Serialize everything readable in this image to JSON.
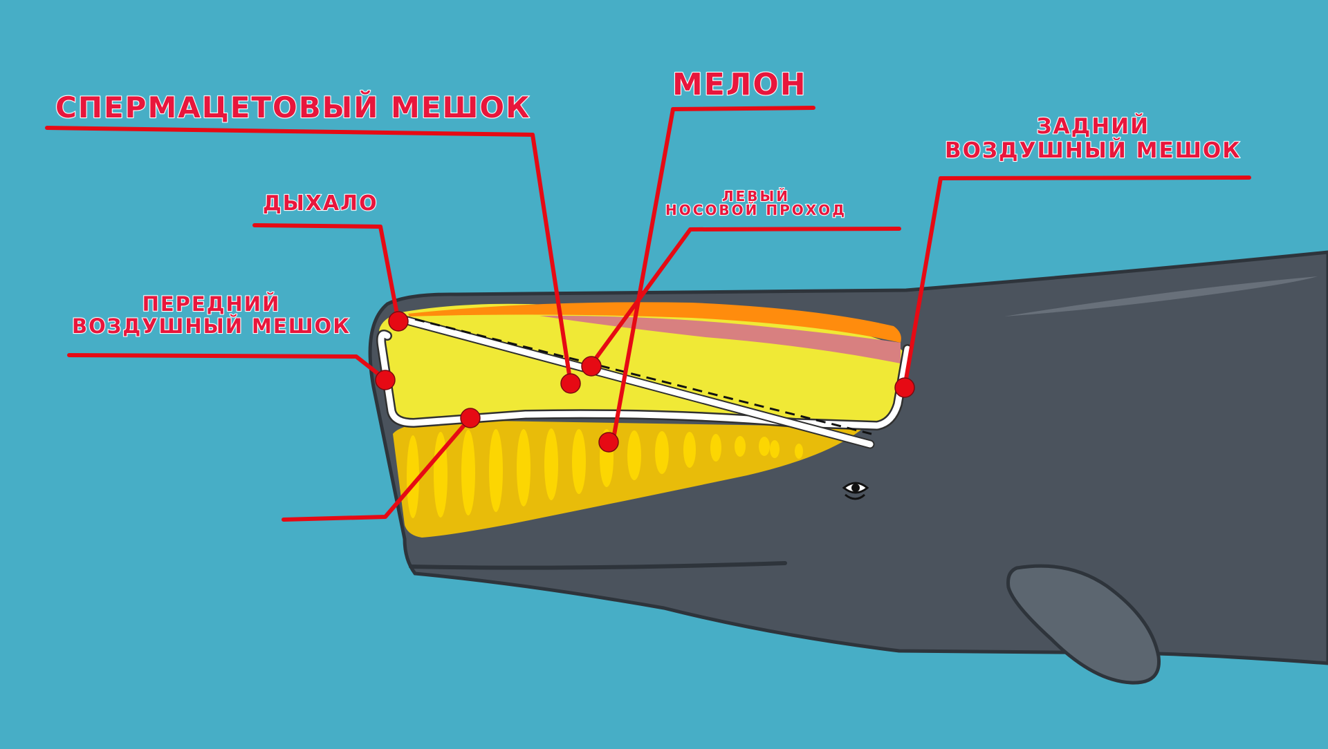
{
  "labels": {
    "spermaceti_sac": "СПЕРМАЦЕТОВЫЙ МЕШОК",
    "melon": "МЕЛОН",
    "blowhole": "ДЫХАЛО",
    "front_air_sac": [
      "ПЕРЕДНИЙ",
      "ВОЗДУШНЫЙ МЕШОК"
    ],
    "rear_air_sac": [
      "ЗАДНИЙ",
      "ВОЗДУШНЫЙ МЕШОК"
    ],
    "left_nasal_passage": [
      "ЛЕВЫЙ",
      "НОСОВОЙ ПРОХОД"
    ]
  },
  "colors": {
    "background": "#47aec6",
    "whale_body": "#4b535d",
    "whale_outline": "#2e343b",
    "spermaceti": "#f0e936",
    "melon": "#e8bc0a",
    "melon_stripes": "#fcd602",
    "blubber_orange": "#ff8c0d",
    "blubber_pink": "#d88080",
    "leader_lines": "#e60a14",
    "label_text": "#e8163c"
  },
  "icons": [
    "whale-eye-icon"
  ]
}
